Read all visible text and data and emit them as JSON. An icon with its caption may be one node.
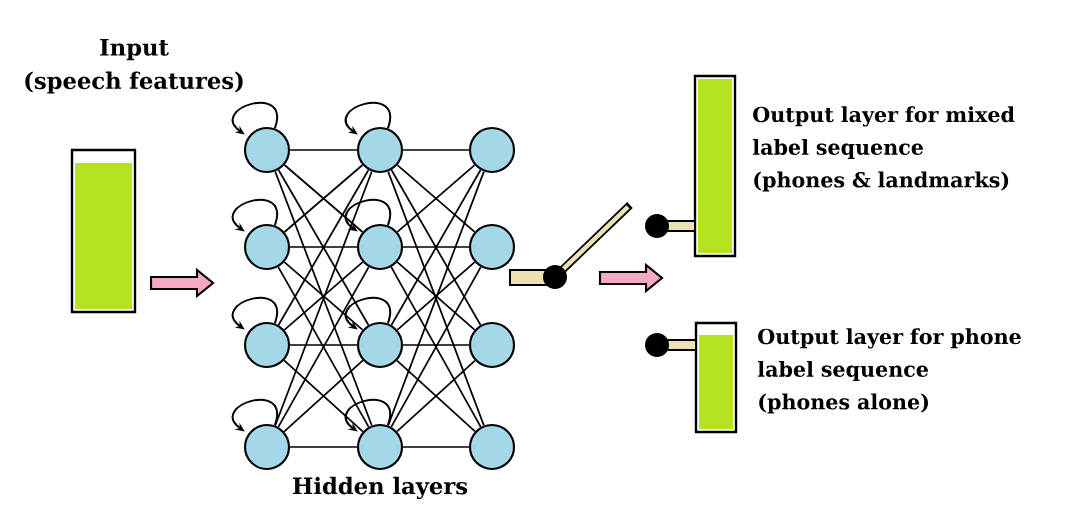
{
  "diagram": {
    "nodes": [
      {
        "text": [
          "Input",
          "(speech features)"
        ]
      },
      {
        "text": [],
        "shape": "circle"
      },
      {
        "text": [],
        "shape": "circle"
      },
      {
        "text": [],
        "shape": "circle"
      },
      {
        "text": [],
        "shape": "circle"
      },
      {
        "text": [],
        "shape": "circle"
      },
      {
        "text": [],
        "shape": "circle"
      },
      {
        "text": [],
        "shape": "circle"
      },
      {
        "text": [],
        "shape": "circle"
      },
      {
        "text": [],
        "shape": "circle"
      },
      {
        "text": [],
        "shape": "circle"
      },
      {
        "text": [],
        "shape": "circle"
      },
      {
        "text": [],
        "shape": "circle"
      },
      {
        "text": [
          "Output layer for mixed label sequence",
          "(phones & landmarks)"
        ]
      },
      {
        "text": [
          "Output layer for phone label sequence",
          "(phones alone)"
        ]
      }
    ],
    "edges": [
      {
        "from": 0,
        "to": null,
        "arrow": "to"
      },
      {
        "from": 1,
        "to": 5,
        "arrow": "none"
      },
      {
        "from": 1,
        "to": 6,
        "arrow": "none"
      },
      {
        "from": 1,
        "to": 7,
        "arrow": "none"
      },
      {
        "from": 1,
        "to": 8,
        "arrow": "none"
      },
      {
        "from": 2,
        "to": 5,
        "arrow": "none"
      },
      {
        "from": 2,
        "to": 6,
        "arrow": "none"
      },
      {
        "from": 2,
        "to": 7,
        "arrow": "none"
      },
      {
        "from": 2,
        "to": 8,
        "arrow": "none"
      },
      {
        "from": 3,
        "to": 5,
        "arrow": "none"
      },
      {
        "from": 3,
        "to": 6,
        "arrow": "none"
      },
      {
        "from": 3,
        "to": 7,
        "arrow": "none"
      },
      {
        "from": 3,
        "to": 8,
        "arrow": "none"
      },
      {
        "from": 4,
        "to": 5,
        "arrow": "none"
      },
      {
        "from": 4,
        "to": 6,
        "arrow": "none"
      },
      {
        "from": 4,
        "to": 7,
        "arrow": "none"
      },
      {
        "from": 4,
        "to": 8,
        "arrow": "none"
      },
      {
        "from": 5,
        "to": 9,
        "arrow": "none"
      },
      {
        "from": 5,
        "to": 10,
        "arrow": "none"
      },
      {
        "from": 5,
        "to": 11,
        "arrow": "none"
      },
      {
        "from": 5,
        "to": 12,
        "arrow": "none"
      },
      {
        "from": 6,
        "to": 9,
        "arrow": "none"
      },
      {
        "from": 6,
        "to": 10,
        "arrow": "none"
      },
      {
        "from": 6,
        "to": 11,
        "arrow": "none"
      },
      {
        "from": 6,
        "to": 12,
        "arrow": "none"
      },
      {
        "from": 7,
        "to": 9,
        "arrow": "none"
      },
      {
        "from": 7,
        "to": 10,
        "arrow": "none"
      },
      {
        "from": 7,
        "to": 11,
        "arrow": "none"
      },
      {
        "from": 7,
        "to": 12,
        "arrow": "none"
      },
      {
        "from": 8,
        "to": 9,
        "arrow": "none"
      },
      {
        "from": 8,
        "to": 10,
        "arrow": "none"
      },
      {
        "from": 8,
        "to": 11,
        "arrow": "none"
      },
      {
        "from": 8,
        "to": 12,
        "arrow": "none"
      },
      {
        "from": 1,
        "to": 1,
        "arrow": "to"
      },
      {
        "from": 2,
        "to": 2,
        "arrow": "to"
      },
      {
        "from": 3,
        "to": 3,
        "arrow": "to"
      },
      {
        "from": 4,
        "to": 4,
        "arrow": "to"
      },
      {
        "from": 5,
        "to": 5,
        "arrow": "to"
      },
      {
        "from": 6,
        "to": 6,
        "arrow": "to"
      },
      {
        "from": 7,
        "to": 7,
        "arrow": "to"
      },
      {
        "from": 8,
        "to": 8,
        "arrow": "to"
      },
      {
        "from": null,
        "to": 13,
        "arrow": "to"
      }
    ],
    "labels": [
      "Hidden layers"
    ]
  }
}
